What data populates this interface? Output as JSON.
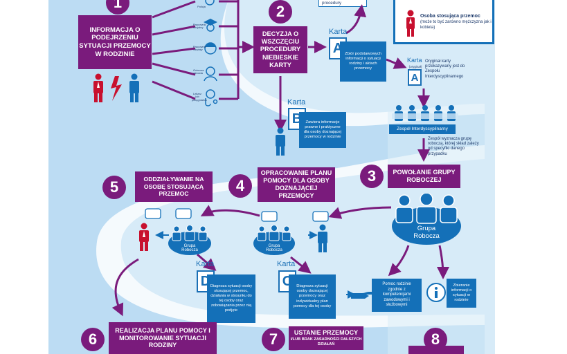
{
  "numbers": {
    "n1": "1",
    "n2": "2",
    "n3": "3",
    "n4": "4",
    "n5": "5",
    "n6": "6",
    "n7": "7",
    "n8": "8"
  },
  "steps": {
    "s1": "INFORMACJA O PODEJRZENIU SYTUACJI PRZEMOCY W RODZINIE",
    "s2": "DECYZJA O WSZCZĘCIU PROCEDURY NIEBIESKIE KARTY",
    "s3": "POWOŁANIE GRUPY ROBOCZEJ",
    "s4": "OPRACOWANIE PLANU POMOCY DLA OSOBY DOZNAJĄCEJ PRZEMOCY",
    "s5": "ODDZIAŁYWANIE NA OSOBĘ STOSUJĄCĄ PRZEMOC",
    "s6": "REALIZACJA PLANU POMOCY I MONITOROWANIE SYTUACJI RODZINY",
    "s7": "USTANIE PRZEMOCY",
    "s7sub": "I/LUB BRAK ZASADNOŚCI DALSZYCH DZIAŁAŃ"
  },
  "cards": {
    "label": "Karta",
    "a": "A",
    "b": "B",
    "c": "C",
    "d": "D"
  },
  "info": {
    "top_partial": "procedury",
    "karta_a": "Zbiór podstawowych informacji o sytuacji rodziny i aktach przemocy",
    "karta_b": "Zawiera informacje prawne i praktyczne dla osoby doznającej przemocy w rodzinie",
    "karta_c": "Diagnoza sytuacji osoby doznającej przemocy oraz indywidualny plan pomocy dla tej osoby",
    "karta_d": "Diagnoza sytuacji osoby stosującej przemoc, działania w stosunku do tej osoby oraz zobowiązania przez nią podjęte",
    "pomoc": "Pomoc rodzinie zgodnie z kompetencjami zawodowymi i służbowymi",
    "zbieranie": "Zbieranie informacji o sytuacji w rodzinie",
    "zespol": "Zespół Interdyscyplinarny"
  },
  "texts": {
    "original_card": "Oryginał karty przekazywany jest do Zespołu Interdyscyplinarnego",
    "zespol_desc": "Zespół wyznacza grupę roboczą, której skład zależy od specyfiki danego przypadku",
    "grupa": "Grupa Robocza",
    "orig_tag": "(oryginał)"
  },
  "legend": {
    "perp_title": "Osoba stosująca przemoc",
    "perp_sub": "(może to być zarówno mężczyzna jak i kobieta)"
  },
  "professions": [
    "Policja",
    "Pracownik socjalny",
    "Pracownik oświaty",
    "Ochrona zdrowia",
    "Lekarz lub pielęgniarka"
  ],
  "colors": {
    "purple": "#7a1b7c",
    "blue": "#1470b8",
    "light_blue": "#cfe6f6",
    "red": "#c8102e",
    "dark_blue": "#1d3a6b"
  }
}
